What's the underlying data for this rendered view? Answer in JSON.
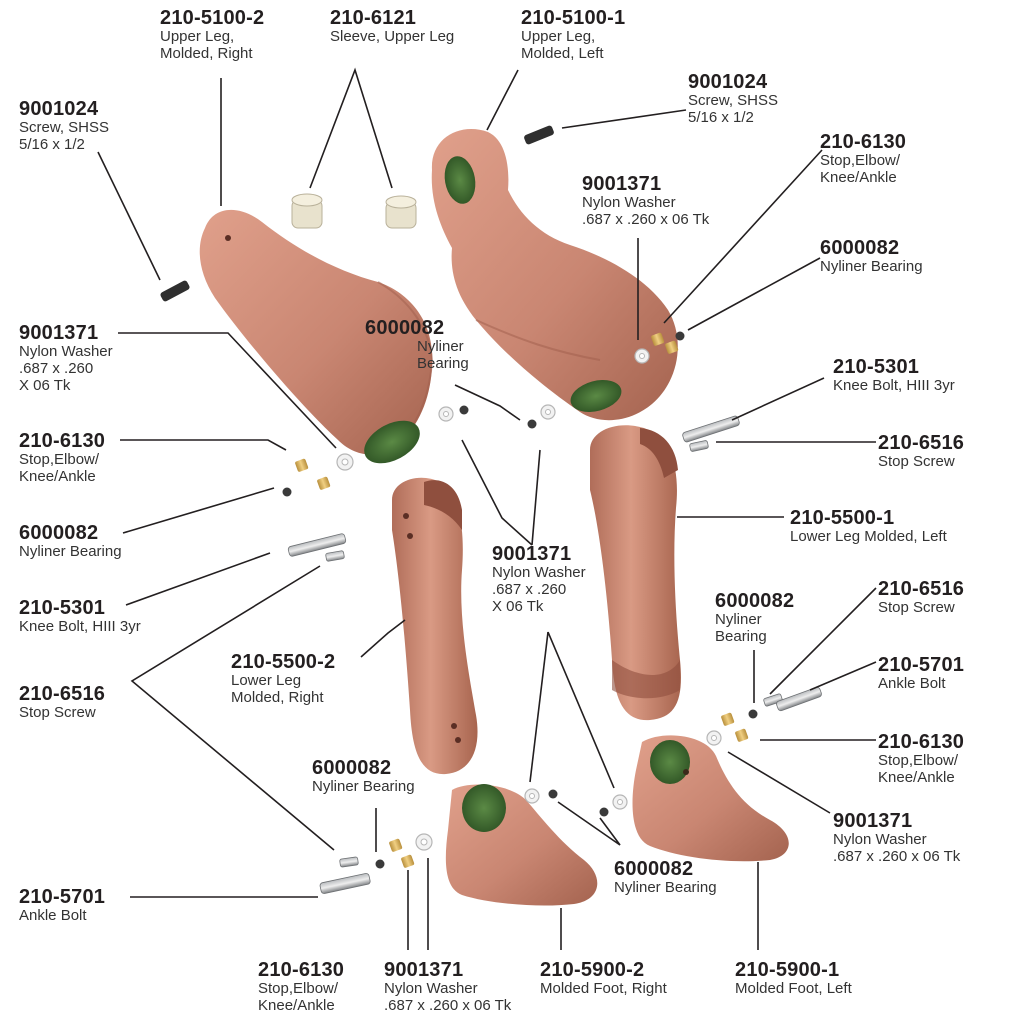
{
  "colors": {
    "skin": "#c98672",
    "skin_shadow": "#9f5d4c",
    "skin_highlight": "#e6ad98",
    "green_insert": "#3d6b2f",
    "brass": "#d8b15e",
    "steel": "#7a7d80",
    "leader": "#231f20"
  },
  "callouts": [
    {
      "id": "c-210-5100-2",
      "part_number": "210-5100-2",
      "description": "Upper Leg,\nMolded, Right"
    },
    {
      "id": "c-210-6121",
      "part_number": "210-6121",
      "description": "Sleeve, Upper Leg"
    },
    {
      "id": "c-210-5100-1",
      "part_number": "210-5100-1",
      "description": "Upper Leg,\nMolded, Left"
    },
    {
      "id": "c-9001024-left",
      "part_number": "9001024",
      "description": "Screw, SHSS\n5/16 x 1/2"
    },
    {
      "id": "c-9001024-right",
      "part_number": "9001024",
      "description": "Screw, SHSS\n5/16 x 1/2"
    },
    {
      "id": "c-210-6130-top-right",
      "part_number": "210-6130",
      "description": "Stop,Elbow/\nKnee/Ankle"
    },
    {
      "id": "c-9001371-top",
      "part_number": "9001371",
      "description": "Nylon Washer\n.687 x .260 x 06 Tk"
    },
    {
      "id": "c-6000082-top-right",
      "part_number": "6000082",
      "description": "Nyliner Bearing"
    },
    {
      "id": "c-9001371-left",
      "part_number": "9001371",
      "description": "Nylon Washer\n.687 x .260\nX 06 Tk"
    },
    {
      "id": "c-6000082-mid",
      "part_number": "6000082",
      "description": "Nyliner\nBearing"
    },
    {
      "id": "c-210-5301-right",
      "part_number": "210-5301",
      "description": "Knee Bolt, HIII 3yr"
    },
    {
      "id": "c-210-6130-left",
      "part_number": "210-6130",
      "description": "Stop,Elbow/\nKnee/Ankle"
    },
    {
      "id": "c-210-6516-right-top",
      "part_number": "210-6516",
      "description": "Stop Screw"
    },
    {
      "id": "c-6000082-left",
      "part_number": "6000082",
      "description": "Nyliner Bearing"
    },
    {
      "id": "c-210-5500-1",
      "part_number": "210-5500-1",
      "description": "Lower Leg Molded, Left"
    },
    {
      "id": "c-9001371-center",
      "part_number": "9001371",
      "description": "Nylon Washer\n.687 x .260\nX 06 Tk"
    },
    {
      "id": "c-210-5301-left",
      "part_number": "210-5301",
      "description": "Knee Bolt, HIII 3yr"
    },
    {
      "id": "c-210-6516-right-mid",
      "part_number": "210-6516",
      "description": "Stop Screw"
    },
    {
      "id": "c-6000082-right-mid",
      "part_number": "6000082",
      "description": "Nyliner\nBearing"
    },
    {
      "id": "c-210-5500-2",
      "part_number": "210-5500-2",
      "description": "Lower Leg\nMolded, Right"
    },
    {
      "id": "c-210-6516-left",
      "part_number": "210-6516",
      "description": "Stop Screw"
    },
    {
      "id": "c-210-5701-right",
      "part_number": "210-5701",
      "description": "Ankle Bolt"
    },
    {
      "id": "c-210-6130-right-bottom",
      "part_number": "210-6130",
      "description": "Stop,Elbow/\nKnee/Ankle"
    },
    {
      "id": "c-6000082-bottom-left",
      "part_number": "6000082",
      "description": "Nyliner Bearing"
    },
    {
      "id": "c-9001371-right-bottom",
      "part_number": "9001371",
      "description": "Nylon Washer\n.687 x .260 x 06 Tk"
    },
    {
      "id": "c-6000082-bottom-center",
      "part_number": "6000082",
      "description": "Nyliner Bearing"
    },
    {
      "id": "c-210-5701-left",
      "part_number": "210-5701",
      "description": "Ankle Bolt"
    },
    {
      "id": "c-210-6130-bottom",
      "part_number": "210-6130",
      "description": "Stop,Elbow/\nKnee/Ankle"
    },
    {
      "id": "c-9001371-bottom",
      "part_number": "9001371",
      "description": "Nylon Washer\n.687 x .260 x 06 Tk"
    },
    {
      "id": "c-210-5900-2",
      "part_number": "210-5900-2",
      "description": "Molded Foot, Right"
    },
    {
      "id": "c-210-5900-1",
      "part_number": "210-5900-1",
      "description": "Molded Foot, Left"
    }
  ]
}
